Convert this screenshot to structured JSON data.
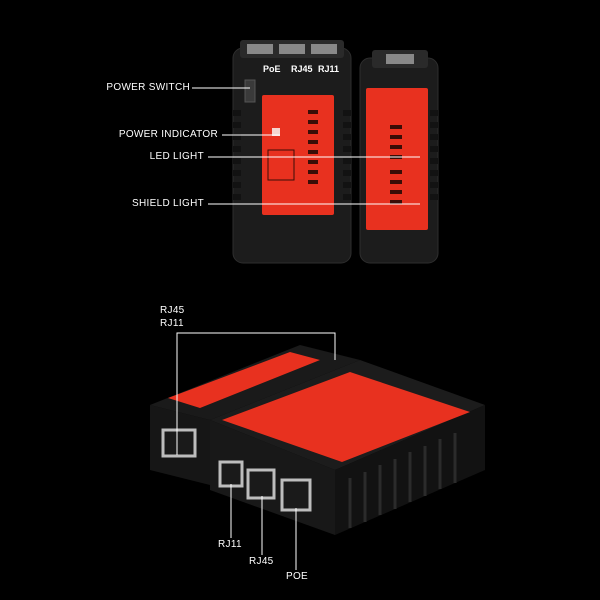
{
  "top_view": {
    "callouts": {
      "power_switch": "POWER SWITCH",
      "power_indicator": "POWER INDICATOR",
      "led_light": "LED LIGHT",
      "shield_light": "SHIELD LIGHT"
    },
    "port_labels": {
      "poe": "PoE",
      "rj45": "RJ45",
      "rj11": "RJ11"
    }
  },
  "bottom_view": {
    "callouts": {
      "top_rj45": "RJ45",
      "top_rj11": "RJ11",
      "port_rj11": "RJ11",
      "port_rj45": "RJ45",
      "port_poe": "POE"
    }
  },
  "colors": {
    "background": "#000000",
    "device_body": "#1c1c1c",
    "panel": "#e8311f",
    "label_text": "#ffffff"
  }
}
